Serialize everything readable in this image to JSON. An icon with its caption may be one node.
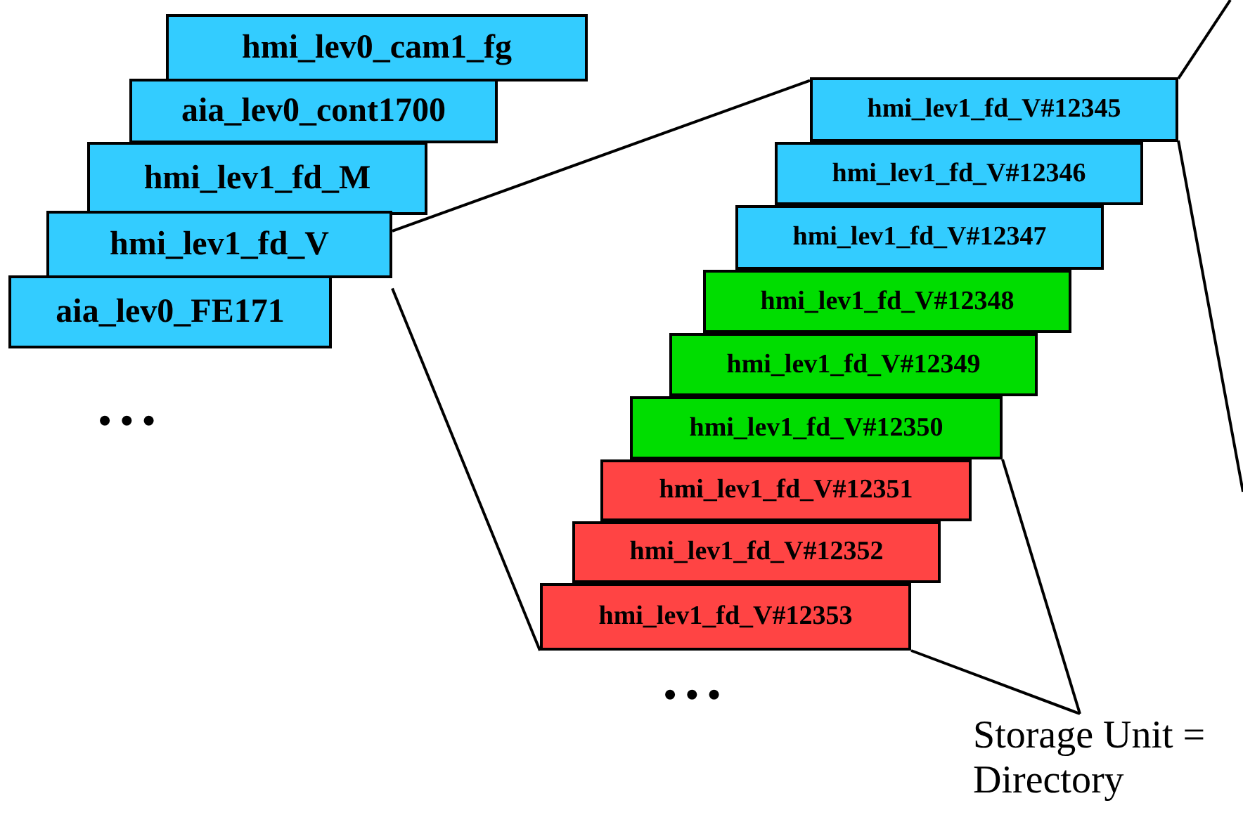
{
  "diagram": {
    "nodes": [
      {
        "text": [
          "hmi_lev0_cam1_fg"
        ]
      },
      {
        "text": [
          "aia_lev0_cont1700"
        ]
      },
      {
        "text": [
          "hmi_lev1_fd_M"
        ]
      },
      {
        "text": [
          "hmi_lev1_fd_V"
        ]
      },
      {
        "text": [
          "aia_lev0_FE171"
        ]
      },
      {
        "text": [
          "hmi_lev1_fd_V#12345"
        ]
      },
      {
        "text": [
          "hmi_lev1_fd_V#12346"
        ]
      },
      {
        "text": [
          "hmi_lev1_fd_V#12347"
        ]
      },
      {
        "text": [
          "hmi_lev1_fd_V#12348"
        ]
      },
      {
        "text": [
          "hmi_lev1_fd_V#12349"
        ]
      },
      {
        "text": [
          "hmi_lev1_fd_V#12350"
        ]
      },
      {
        "text": [
          "hmi_lev1_fd_V#12351"
        ]
      },
      {
        "text": [
          "hmi_lev1_fd_V#12352"
        ]
      },
      {
        "text": [
          "hmi_lev1_fd_V#12353"
        ]
      },
      {
        "text": [
          "Storage Unit = Directory"
        ]
      }
    ],
    "edges": [
      {
        "from": 3,
        "to": 5,
        "arrow": "none"
      },
      {
        "from": 3,
        "to": 13,
        "arrow": "none"
      },
      {
        "from": 14,
        "to": 10,
        "arrow": "none"
      },
      {
        "from": 14,
        "to": 13,
        "arrow": "none"
      },
      {
        "from": 5,
        "to": null,
        "arrow": "none"
      },
      {
        "from": 5,
        "to": null,
        "arrow": "none"
      }
    ],
    "labels": [
      "• • •",
      "• • •"
    ]
  }
}
